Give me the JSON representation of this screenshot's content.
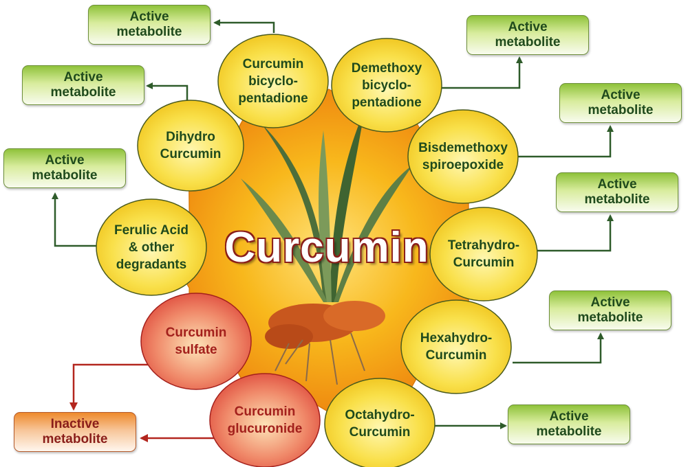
{
  "title": "Curcumin",
  "colors": {
    "active_arrow": "#2e5b2a",
    "inactive_arrow": "#b3261e",
    "center": "#f39c12",
    "node_yellow": "#f5d629",
    "node_red": "#e5574a"
  },
  "nodes": [
    {
      "id": "curcumin-bicyclopentadione",
      "label": "Curcumin\nbicyclo-\npentadione",
      "type": "active"
    },
    {
      "id": "demethoxy-bicyclopentadione",
      "label": "Demethoxy\nbicyclo-\npentadione",
      "type": "active"
    },
    {
      "id": "dihydro-curcumin",
      "label": "Dihydro\nCurcumin",
      "type": "active"
    },
    {
      "id": "bisdemethoxy-spiroepoxide",
      "label": "Bisdemethoxy\nspiroepoxide",
      "type": "active"
    },
    {
      "id": "ferulic-acid",
      "label": "Ferulic Acid\n& other\ndegradants",
      "type": "active"
    },
    {
      "id": "tetrahydro-curcumin",
      "label": "Tetrahydro-\nCurcumin",
      "type": "active"
    },
    {
      "id": "curcumin-sulfate",
      "label": "Curcumin\nsulfate",
      "type": "inactive"
    },
    {
      "id": "hexahydro-curcumin",
      "label": "Hexahydro-\nCurcumin",
      "type": "active"
    },
    {
      "id": "curcumin-glucuronide",
      "label": "Curcumin\nglucuronide",
      "type": "inactive"
    },
    {
      "id": "octahydro-curcumin",
      "label": "Octahydro-\nCurcumin",
      "type": "active"
    }
  ],
  "outcomes": {
    "active": "Active\nmetabolite",
    "inactive": "Inactive\nmetabolite"
  }
}
